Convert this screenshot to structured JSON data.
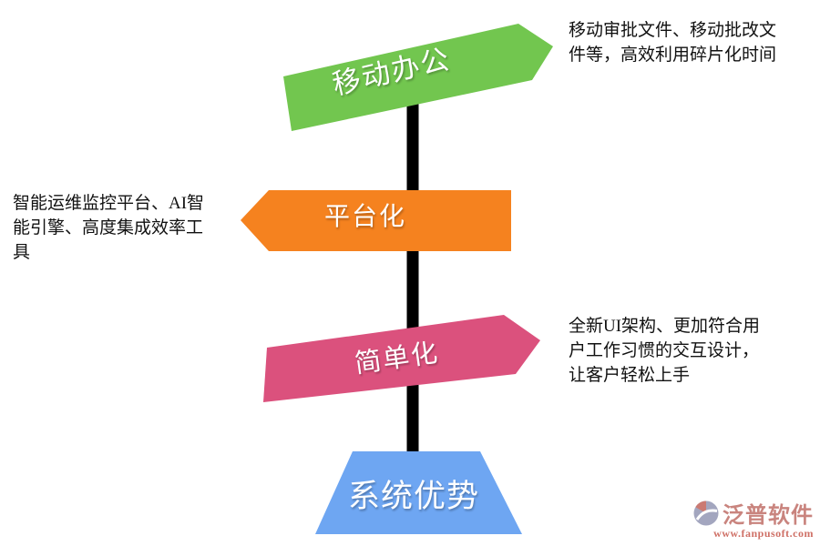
{
  "signpost": {
    "pole_color": "#000000",
    "signs": [
      {
        "label": "移动办公",
        "color": "#72C64F",
        "direction": "right"
      },
      {
        "label": "平台化",
        "color": "#F5821F",
        "direction": "left"
      },
      {
        "label": "简单化",
        "color": "#DB517D",
        "direction": "right"
      }
    ],
    "base": {
      "label": "系统优势",
      "color": "#6EA6F2"
    }
  },
  "annotations": {
    "mobile_office": {
      "lines": [
        "移动审批文件、移动批改文",
        "件等，高效利用碎片化时间"
      ]
    },
    "platform": {
      "lines": [
        "智能运维监控平台、AI智",
        "能引擎、高度集成效率工",
        "具"
      ]
    },
    "simple": {
      "lines": [
        "全新UI架构、更加符合用",
        "户工作习惯的交互设计，",
        "让客户轻松上手"
      ]
    }
  },
  "watermark": {
    "brand": "泛普软件",
    "url": "www.fanpusoft.com",
    "brand_color": "#c9847e",
    "url_color": "#cf7066"
  }
}
